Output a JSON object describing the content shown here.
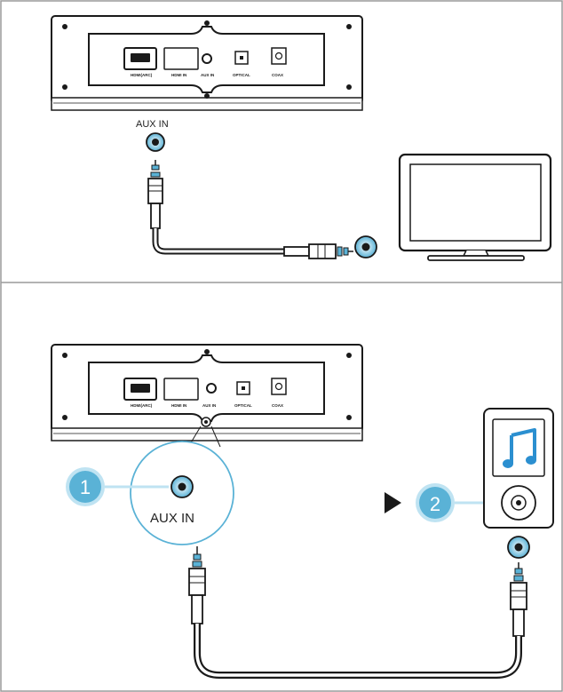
{
  "panel_top": {
    "port_labels": [
      "HDMI(ARC)",
      "HDMI IN",
      "AUX IN",
      "OPTICAL",
      "COAX"
    ],
    "aux_label": "AUX IN"
  },
  "panel_bottom": {
    "port_labels": [
      "HDMI(ARC)",
      "HDMI IN",
      "AUX IN",
      "OPTICAL",
      "COAX"
    ],
    "aux_label": "AUX IN",
    "step1": "1",
    "step2": "2"
  },
  "colors": {
    "accent": "#5ab2d6",
    "accent_light": "#bfe3f2",
    "line": "#1a1a1a",
    "border": "#9a9a9a"
  },
  "icons": [
    "music-note-icon",
    "play-arrow-icon",
    "tv-icon",
    "media-player-icon",
    "audio-jack-icon"
  ]
}
